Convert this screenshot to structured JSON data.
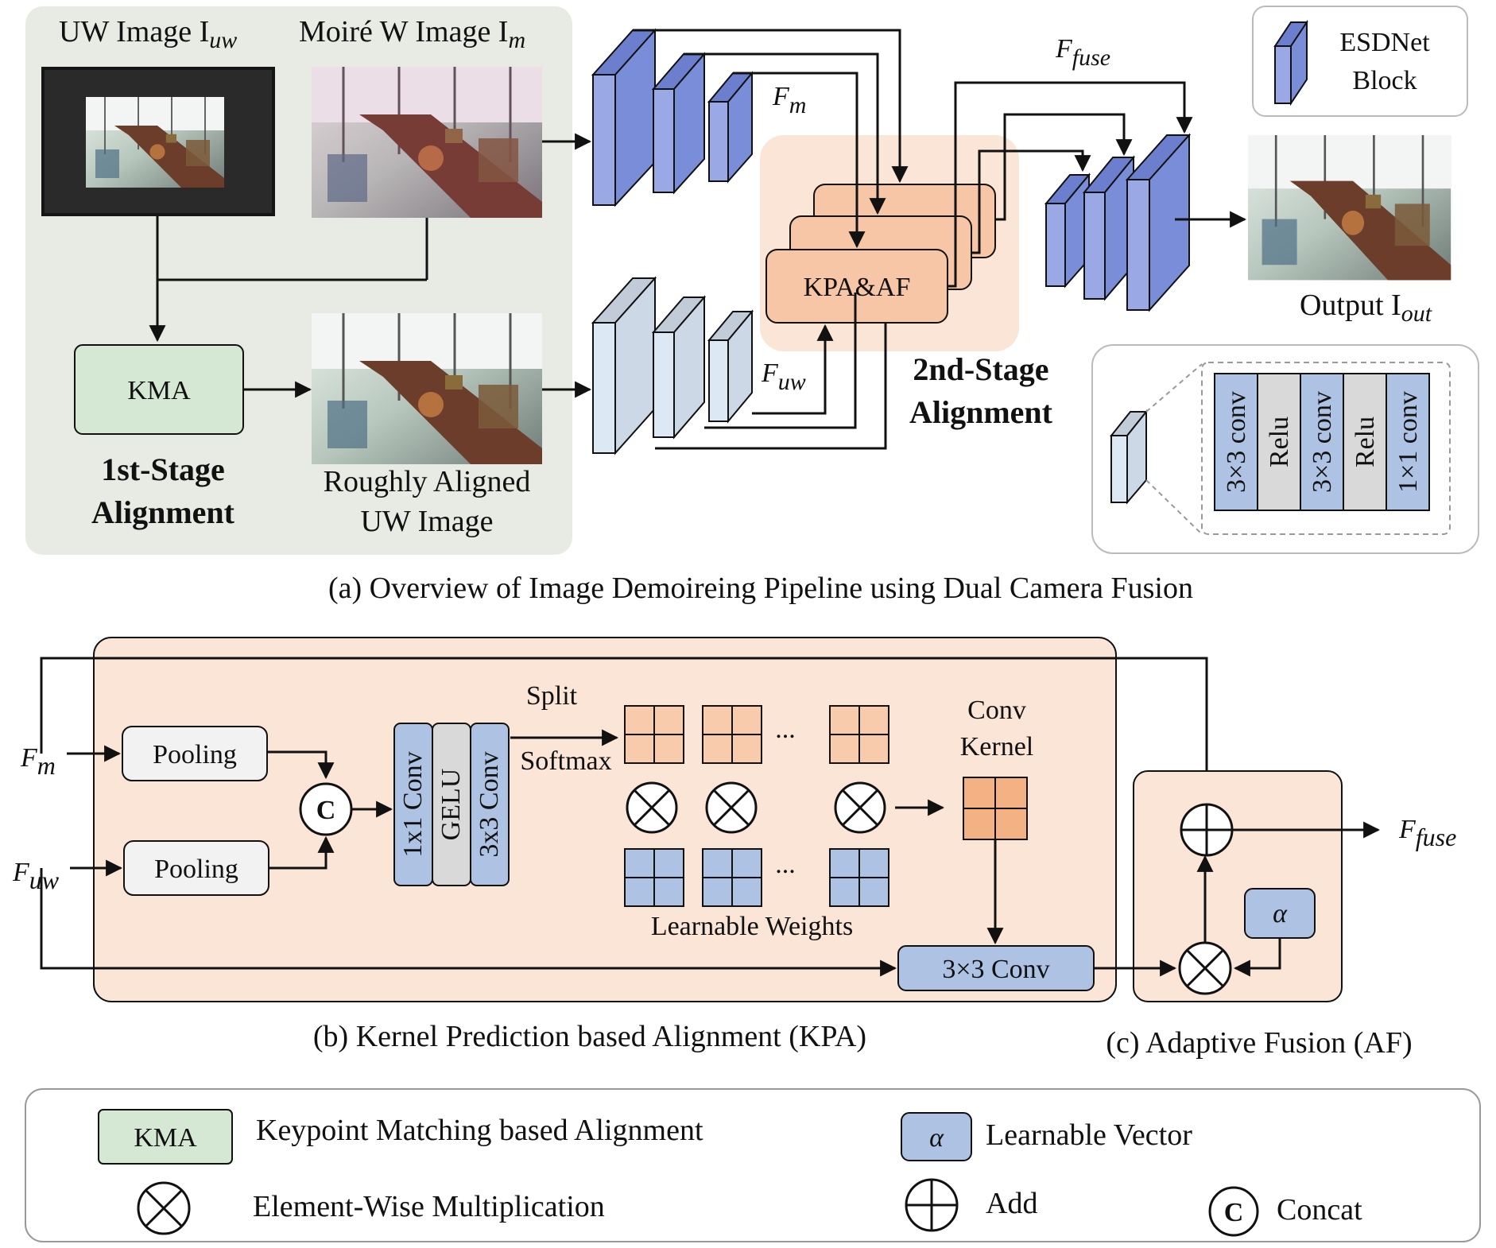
{
  "overview": {
    "input_uw_label": "UW Image I",
    "input_uw_sub": "uw",
    "input_moire_label": "Moiré W Image I",
    "input_moire_sub": "m",
    "kma": "KMA",
    "stage1_line1": "1st-Stage",
    "stage1_line2": "Alignment",
    "rough_line1": "Roughly Aligned",
    "rough_line2": "UW Image",
    "fm": "F",
    "fm_sub": "m",
    "fuw": "F",
    "fuw_sub": "uw",
    "ffuse": "F",
    "ffuse_sub": "fuse",
    "kpa_af": "KPA&AF",
    "stage2_line1": "2nd-Stage",
    "stage2_line2": "Alignment",
    "esdnet_line1": "ESDNet",
    "esdnet_line2": "Block",
    "output_label": "Output I",
    "output_sub": "out",
    "block_layers": [
      "3×3 conv",
      "Relu",
      "3×3 conv",
      "Relu",
      "1×1 conv"
    ],
    "caption": "(a) Overview of Image Demoireing Pipeline using Dual Camera Fusion"
  },
  "kpa": {
    "fm": "F",
    "fm_sub": "m",
    "fuw": "F",
    "fuw_sub": "uw",
    "pooling": "Pooling",
    "concat": "C",
    "layers": [
      "1x1 Conv",
      "GELU",
      "3x3 Conv"
    ],
    "split": "Split",
    "softmax": "Softmax",
    "ellipsis": "...",
    "conv_kernel_line1": "Conv",
    "conv_kernel_line2": "Kernel",
    "learnable_weights": "Learnable Weights",
    "conv3": "3×3 Conv",
    "caption": "(b) Kernel Prediction based Alignment (KPA)"
  },
  "af": {
    "alpha": "α",
    "ffuse": "F",
    "ffuse_sub": "fuse",
    "caption": "(c) Adaptive Fusion (AF)"
  },
  "legend": {
    "kma_box": "KMA",
    "kma_desc": "Keypoint Matching based Alignment",
    "alpha_box": "α",
    "alpha_desc": "Learnable Vector",
    "mult_desc": "Element-Wise Multiplication",
    "add_desc": "Add",
    "concat_symbol": "C",
    "concat_desc": "Concat"
  },
  "colors": {
    "green_panel": "#e7ebe4",
    "kma_green": "#d5e8d4",
    "orange_panel": "#fbe5d6",
    "orange_box": "#f7c6a6",
    "orange_cell": "#f4b183",
    "blue_block": "#9aa9e6",
    "blue_cell": "#aec2e3",
    "light_block": "#dde8f5",
    "gray_layer": "#d9d9d9"
  }
}
